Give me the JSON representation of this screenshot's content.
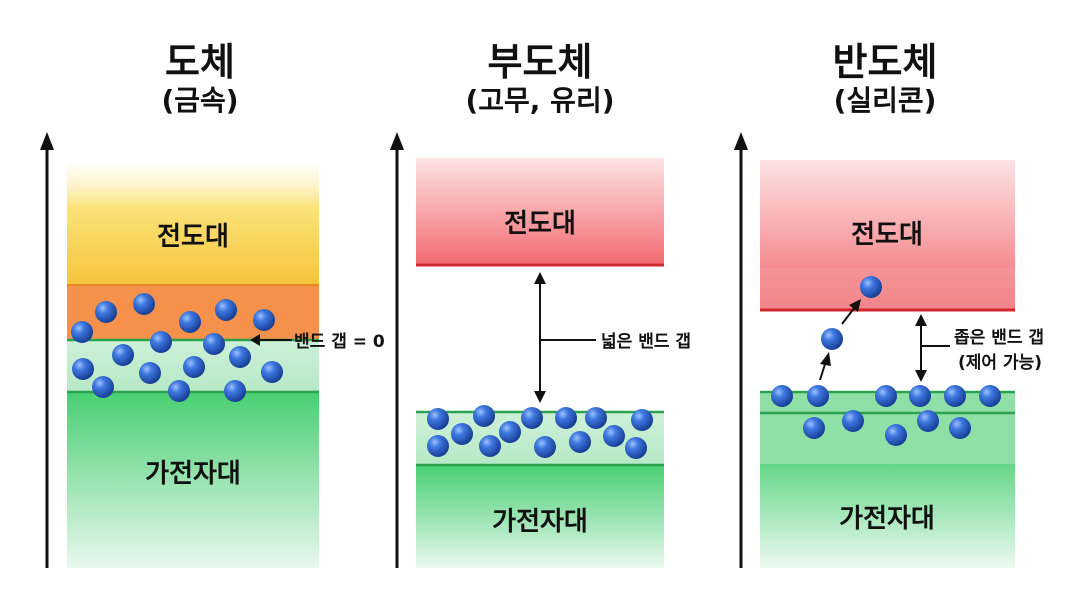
{
  "metal": {
    "title": "도체",
    "subtitle": "(금속)",
    "conduction_label": "전도대",
    "valence_label": "가전자대",
    "gap_label": "밴드 갭 = 0"
  },
  "insulator": {
    "title": "부도체",
    "subtitle": "(고무, 유리)",
    "conduction_label": "전도대",
    "valence_label": "가전자대",
    "gap_label": "넓은 밴드 갭"
  },
  "semiconductor": {
    "title": "반도체",
    "subtitle": "(실리콘)",
    "conduction_label": "전도대",
    "valence_label": "가전자대",
    "gap_label_line1": "좁은 밴드 갭",
    "gap_label_line2": "(제어 가능)"
  },
  "colors": {
    "conduction_red": "#e8353d",
    "conduction_orange": "#f08a3c",
    "conduction_yellow": "#f7d24a",
    "valence_green": "#2fbf5c",
    "electron_blue": "#2f62c9"
  }
}
